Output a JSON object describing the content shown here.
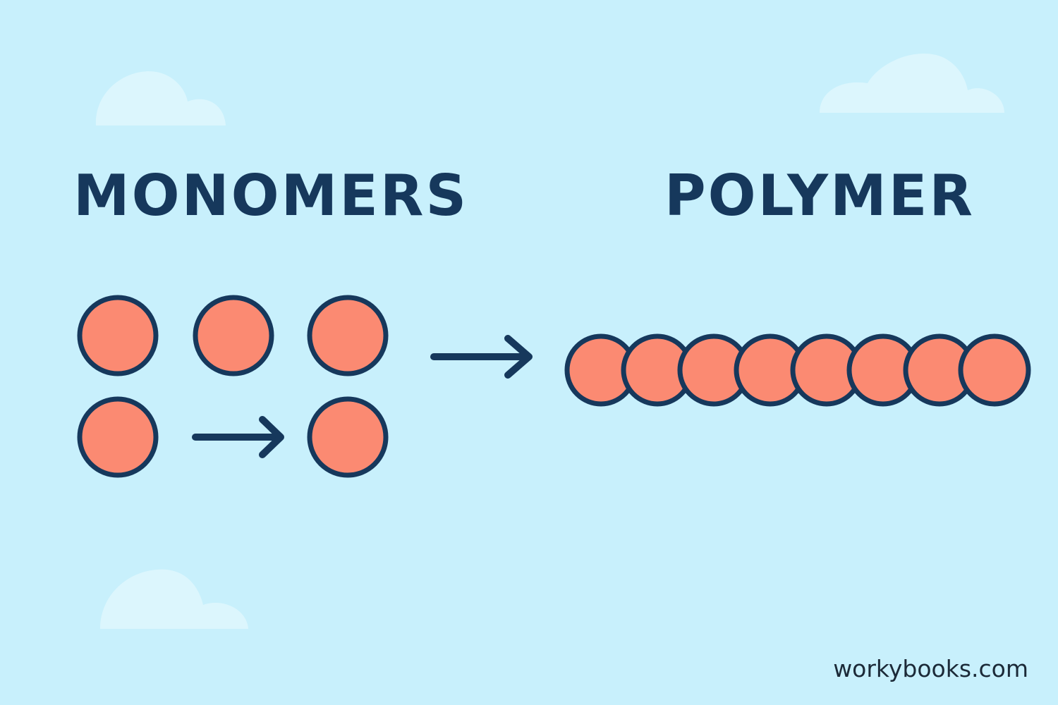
{
  "labels": {
    "monomers": "MONOMERS",
    "polymer": "POLYMER"
  },
  "watermark": "workybooks.com",
  "colors": {
    "background": "#c8f0fc",
    "cloud": "#dcf6fd",
    "bead_fill": "#fb8a72",
    "outline": "#16385c",
    "text": "#16385c"
  },
  "icons": {
    "clouds": "cloud-icon",
    "arrows": "arrow-right-icon",
    "beads": "circle-icon"
  },
  "diagram": {
    "free_monomer_count": 5,
    "polymer_bead_count": 8
  }
}
